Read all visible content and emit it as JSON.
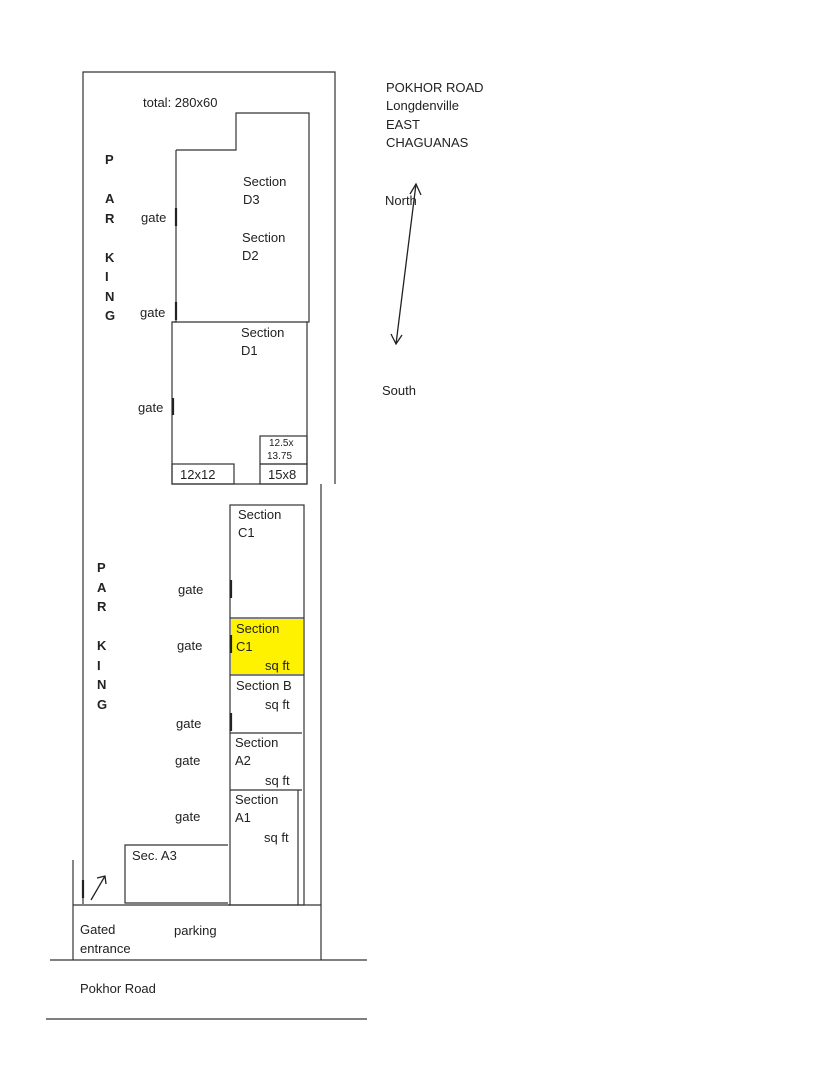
{
  "address": {
    "line1": "POKHOR ROAD",
    "line2": "Longdenville",
    "line3": "EAST",
    "line4": "CHAGUANAS"
  },
  "compass": {
    "north": "North",
    "south": "South"
  },
  "plan": {
    "total": "total: 280x60",
    "parking_upper": [
      "P",
      "",
      "A",
      "R",
      "",
      "K",
      "I",
      "N",
      "G"
    ],
    "parking_lower": [
      "P",
      "A",
      "R",
      "",
      "K",
      "I",
      "N",
      "G"
    ],
    "gate": "gate",
    "sections": {
      "d3": [
        "Section",
        "D3"
      ],
      "d2": [
        "Section",
        "D2"
      ],
      "d1": [
        "Section",
        "D1"
      ],
      "c1_top": [
        "Section",
        "C1"
      ],
      "c1": [
        "Section",
        "C1",
        "sq ft"
      ],
      "b": [
        "Section B",
        "sq ft"
      ],
      "a2": [
        "Section",
        "A2",
        "sq ft"
      ],
      "a1": [
        "Section",
        "A1",
        "sq ft"
      ],
      "a3": "Sec. A3"
    },
    "small_units": {
      "u1": "12x12",
      "u2": "15x8",
      "u3": [
        "12.5x",
        "13.75"
      ]
    },
    "gated_entrance": [
      "Gated",
      "entrance"
    ],
    "parking_label": "parking",
    "road": "Pokhor Road"
  },
  "colors": {
    "highlight": "#fef200",
    "line": "#333333"
  }
}
